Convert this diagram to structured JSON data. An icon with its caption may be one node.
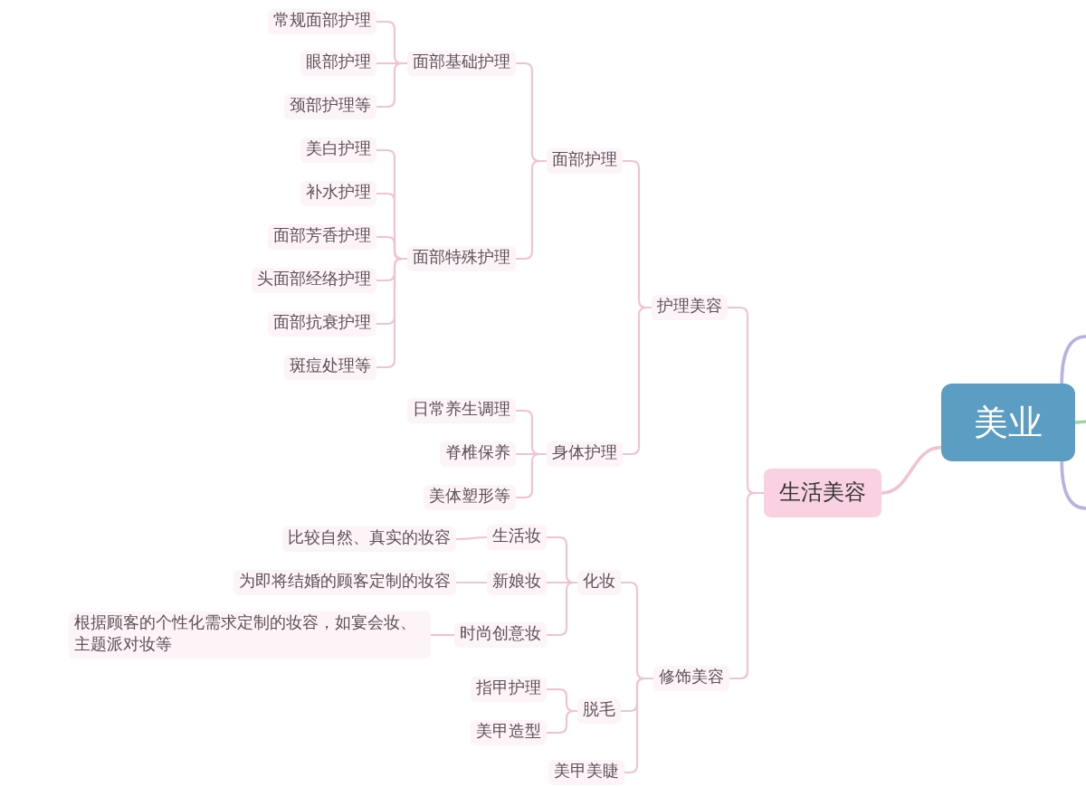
{
  "diagram": {
    "nodes": [
      {
        "text": [
          "美业"
        ]
      },
      {
        "text": [
          "生活美容"
        ]
      },
      {
        "text": [
          "护理美容"
        ]
      },
      {
        "text": [
          "面部护理"
        ]
      },
      {
        "text": [
          "面部基础护理"
        ]
      },
      {
        "text": [
          "常规面部护理"
        ]
      },
      {
        "text": [
          "眼部护理"
        ]
      },
      {
        "text": [
          "颈部护理等"
        ]
      },
      {
        "text": [
          "面部特殊护理"
        ]
      },
      {
        "text": [
          "美白护理"
        ]
      },
      {
        "text": [
          "补水护理"
        ]
      },
      {
        "text": [
          "面部芳香护理"
        ]
      },
      {
        "text": [
          "头面部经络护理"
        ]
      },
      {
        "text": [
          "面部抗衰护理"
        ]
      },
      {
        "text": [
          "斑痘处理等"
        ]
      },
      {
        "text": [
          "身体护理"
        ]
      },
      {
        "text": [
          "日常养生调理"
        ]
      },
      {
        "text": [
          "脊椎保养"
        ]
      },
      {
        "text": [
          "美体塑形等"
        ]
      },
      {
        "text": [
          "修饰美容"
        ]
      },
      {
        "text": [
          "化妆"
        ]
      },
      {
        "text": [
          "生活妆"
        ]
      },
      {
        "text": [
          "比较自然、真实的妆容"
        ]
      },
      {
        "text": [
          "新娘妆"
        ]
      },
      {
        "text": [
          "为即将结婚的顾客定制的妆容"
        ]
      },
      {
        "text": [
          "时尚创意妆"
        ]
      },
      {
        "text": [
          "根据顾客的个性化需求定制的妆容，如宴会妆、主题派对妆等"
        ]
      },
      {
        "text": [
          "脱毛"
        ]
      },
      {
        "text": [
          "指甲护理"
        ]
      },
      {
        "text": [
          "美甲造型"
        ]
      },
      {
        "text": [
          "美甲美睫"
        ]
      }
    ],
    "edges": [
      {
        "from": 0,
        "to": 1,
        "arrow": "none"
      },
      {
        "from": 1,
        "to": 2,
        "arrow": "none"
      },
      {
        "from": 2,
        "to": 3,
        "arrow": "none"
      },
      {
        "from": 3,
        "to": 4,
        "arrow": "none"
      },
      {
        "from": 4,
        "to": 5,
        "arrow": "none"
      },
      {
        "from": 4,
        "to": 6,
        "arrow": "none"
      },
      {
        "from": 4,
        "to": 7,
        "arrow": "none"
      },
      {
        "from": 3,
        "to": 8,
        "arrow": "none"
      },
      {
        "from": 8,
        "to": 9,
        "arrow": "none"
      },
      {
        "from": 8,
        "to": 10,
        "arrow": "none"
      },
      {
        "from": 8,
        "to": 11,
        "arrow": "none"
      },
      {
        "from": 8,
        "to": 12,
        "arrow": "none"
      },
      {
        "from": 8,
        "to": 13,
        "arrow": "none"
      },
      {
        "from": 8,
        "to": 14,
        "arrow": "none"
      },
      {
        "from": 2,
        "to": 15,
        "arrow": "none"
      },
      {
        "from": 15,
        "to": 16,
        "arrow": "none"
      },
      {
        "from": 15,
        "to": 17,
        "arrow": "none"
      },
      {
        "from": 15,
        "to": 18,
        "arrow": "none"
      },
      {
        "from": 1,
        "to": 19,
        "arrow": "none"
      },
      {
        "from": 19,
        "to": 20,
        "arrow": "none"
      },
      {
        "from": 20,
        "to": 21,
        "arrow": "none"
      },
      {
        "from": 21,
        "to": 22,
        "arrow": "none"
      },
      {
        "from": 20,
        "to": 23,
        "arrow": "none"
      },
      {
        "from": 23,
        "to": 24,
        "arrow": "none"
      },
      {
        "from": 20,
        "to": 25,
        "arrow": "none"
      },
      {
        "from": 25,
        "to": 26,
        "arrow": "none"
      },
      {
        "from": 19,
        "to": 27,
        "arrow": "none"
      },
      {
        "from": 27,
        "to": 28,
        "arrow": "none"
      },
      {
        "from": 27,
        "to": 29,
        "arrow": "none"
      },
      {
        "from": 19,
        "to": 30,
        "arrow": "none"
      },
      {
        "from": 0,
        "to": null,
        "arrow": "none",
        "color": "#b8b2de"
      },
      {
        "from": 0,
        "to": null,
        "arrow": "none",
        "color": "#a6d3a2"
      },
      {
        "from": 0,
        "to": null,
        "arrow": "none",
        "color": "#b8b2de"
      }
    ]
  }
}
